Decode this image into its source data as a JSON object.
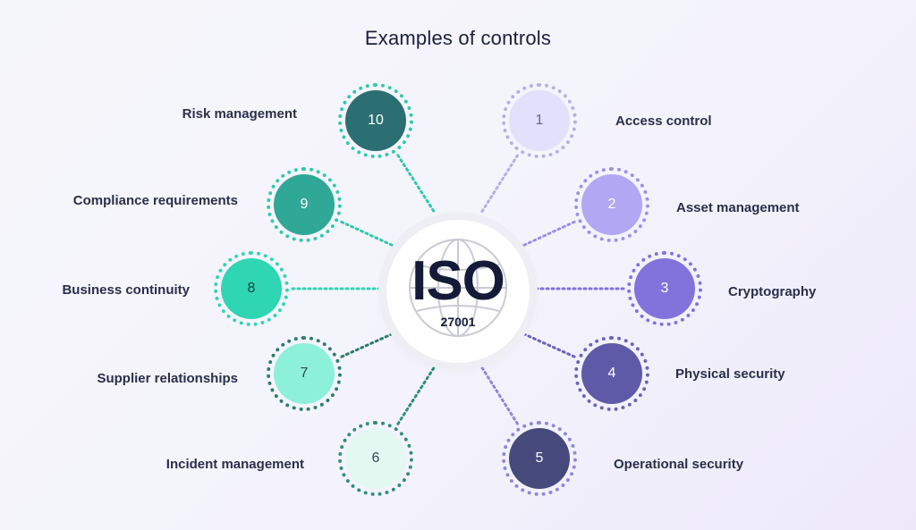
{
  "title": "Examples of controls",
  "hub": {
    "logo_text": "ISO",
    "standard": "27001",
    "icon": "globe-icon"
  },
  "controls": [
    {
      "number": "1",
      "label": "Access control",
      "fill": "#e3e0fb",
      "ring": "#b7aee8",
      "text": "#6a6490"
    },
    {
      "number": "2",
      "label": "Asset management",
      "fill": "#b1a7f3",
      "ring": "#9c90e6",
      "text": "#ffffff"
    },
    {
      "number": "3",
      "label": "Cryptography",
      "fill": "#8272db",
      "ring": "#8272db",
      "text": "#ffffff"
    },
    {
      "number": "4",
      "label": "Physical security",
      "fill": "#5f5aa8",
      "ring": "#6a64b8",
      "text": "#ffffff"
    },
    {
      "number": "5",
      "label": "Operational security",
      "fill": "#454a7a",
      "ring": "#8f86d8",
      "text": "#ffffff"
    },
    {
      "number": "6",
      "label": "Incident management",
      "fill": "#e2f8f1",
      "ring": "#2e8f7a",
      "text": "#3a4a50"
    },
    {
      "number": "7",
      "label": "Supplier relationships",
      "fill": "#8df0da",
      "ring": "#2c7c6a",
      "text": "#2c4a48"
    },
    {
      "number": "8",
      "label": "Business continuity",
      "fill": "#2fd6b4",
      "ring": "#2fd6b4",
      "text": "#1f3c3a"
    },
    {
      "number": "9",
      "label": "Compliance requirements",
      "fill": "#2fa897",
      "ring": "#2fc9ad",
      "text": "#ffffff"
    },
    {
      "number": "10",
      "label": "Risk management",
      "fill": "#2c6f73",
      "ring": "#2fc9ad",
      "text": "#ffffff"
    }
  ]
}
